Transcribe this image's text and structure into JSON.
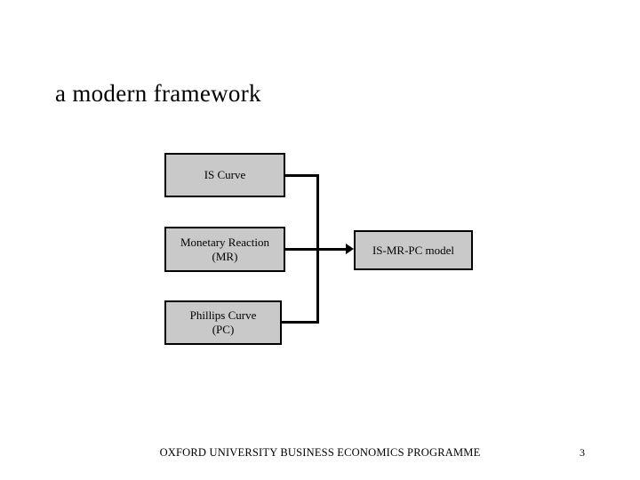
{
  "slide": {
    "title": "a modern framework",
    "background_color": "#ffffff",
    "box_fill_color": "#c9c9c9",
    "box_border_color": "#000000",
    "text_color": "#000000"
  },
  "diagram": {
    "nodes": [
      {
        "id": "is-curve",
        "label": "IS Curve"
      },
      {
        "id": "monetary-reaction",
        "label": "Monetary Reaction\n(MR)"
      },
      {
        "id": "phillips-curve",
        "label": "Phillips Curve\n(PC)"
      },
      {
        "id": "is-mr-pc-model",
        "label": "IS-MR-PC model"
      }
    ],
    "connectors": [
      {
        "from": "is-curve",
        "to": "is-mr-pc-model",
        "style": "elbow"
      },
      {
        "from": "monetary-reaction",
        "to": "is-mr-pc-model",
        "style": "arrow"
      },
      {
        "from": "phillips-curve",
        "to": "is-mr-pc-model",
        "style": "elbow"
      }
    ]
  },
  "footer": {
    "text": "OXFORD UNIVERSITY BUSINESS ECONOMICS PROGRAMME",
    "page_number": "3"
  }
}
